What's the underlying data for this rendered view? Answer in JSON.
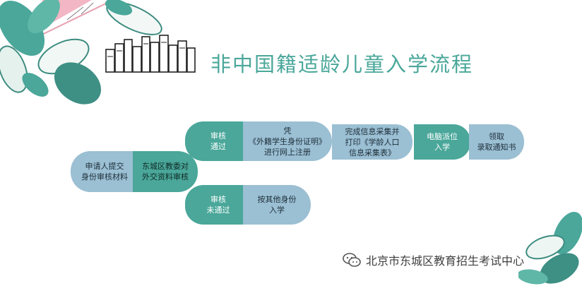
{
  "title": "非中国籍适龄儿童入学流程",
  "nodes": {
    "submit": "申请人提交\n身份审核材料",
    "review": "东城区教委对\n外交资料审核",
    "pass": "审核\n通过",
    "register": "凭\n《外籍学生身份证明》\n进行网上注册",
    "collect": "完成信息采集并\n打印《学龄人口\n信息采集表》",
    "assign": "电脑派位\n入学",
    "notice": "领取\n录取通知书",
    "fail": "审核\n未通过",
    "other": "按其他身份\n入学"
  },
  "footer": {
    "text": "北京市东城区教育招生考试中心"
  },
  "colors": {
    "accent": "#4aa79a",
    "node_blue": "#9bbfd3"
  }
}
